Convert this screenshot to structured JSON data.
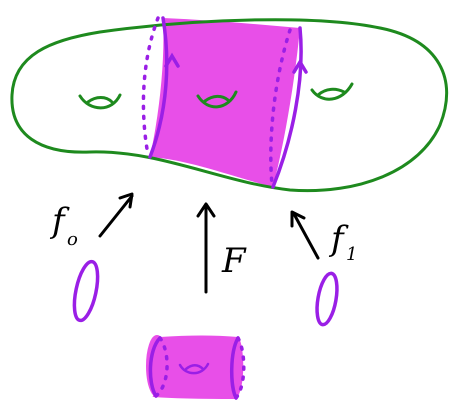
{
  "labels": {
    "f0_main": "f",
    "f0_sub": "o",
    "F": "F",
    "f1_main": "f",
    "f1_sub": "1"
  },
  "colors": {
    "surface_outline": "#1e8a1e",
    "cobordism_fill": "#e84fe8",
    "curve_stroke": "#9a1fe6",
    "arrow": "#000000"
  },
  "icons": {
    "handle": "genus-handle-icon",
    "arrow": "up-arrow-icon"
  }
}
